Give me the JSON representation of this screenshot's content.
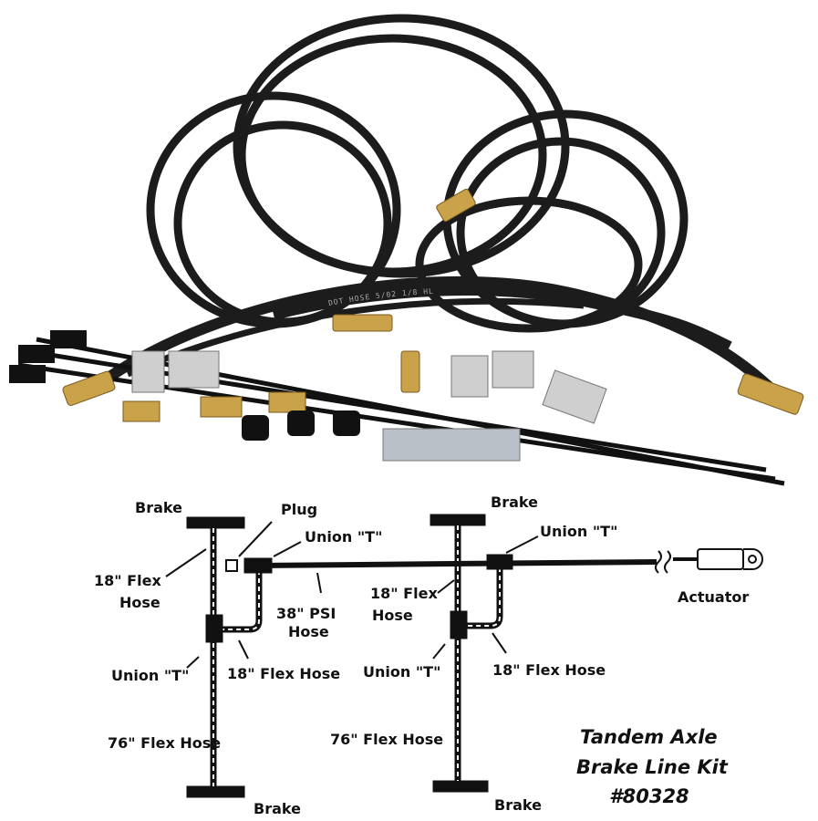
{
  "labels": {
    "brake_top_left": "Brake",
    "plug": "Plug",
    "union_t_top_left": "Union \"T\"",
    "flex18_left_1": "18\" Flex",
    "flex18_left_2": "Hose",
    "psi38_1": "38\" PSI",
    "psi38_2": "Hose",
    "flex18_mid_1": "18\" Flex",
    "flex18_mid_2": "Hose",
    "brake_top_right": "Brake",
    "union_t_top_right": "Union \"T\"",
    "actuator": "Actuator",
    "union_t_low_left": "Union \"T\"",
    "flex18_low_left": "18\" Flex Hose",
    "union_t_low_right": "Union \"T\"",
    "flex18_low_right": "18\" Flex Hose",
    "flex76_left": "76\" Flex Hose",
    "flex76_right": "76\" Flex Hose",
    "brake_bottom_left": "Brake",
    "brake_bottom_right": "Brake"
  },
  "title": {
    "line1": "Tandem Axle",
    "line2": "Brake Line Kit",
    "line3": "#80328"
  },
  "photo_printing": "DOT HOSE 5/02 1/8 HL",
  "colors": {
    "hose": "#1a1a1a",
    "brass": "#c9a24a",
    "steel": "#c8c8c8",
    "ink": "#111111"
  }
}
